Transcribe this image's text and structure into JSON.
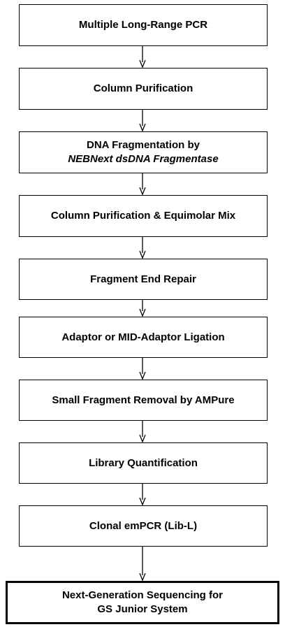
{
  "flowchart": {
    "steps": [
      {
        "text": "Multiple Long-Range PCR"
      },
      {
        "text": "Column Purification"
      },
      {
        "text": "DNA Fragmentation by",
        "text2": "NEBNext  dsDNA Fragmentase"
      },
      {
        "text": "Column Purification & Equimolar Mix"
      },
      {
        "text": "Fragment End Repair"
      },
      {
        "text": "Adaptor or MID-Adaptor Ligation"
      },
      {
        "text": "Small Fragment Removal by AMPure"
      },
      {
        "text": "Library Quantification"
      },
      {
        "text": "Clonal emPCR (Lib-L)"
      },
      {
        "text": "Next-Generation Sequencing for",
        "text2": "GS Junior System"
      }
    ]
  }
}
